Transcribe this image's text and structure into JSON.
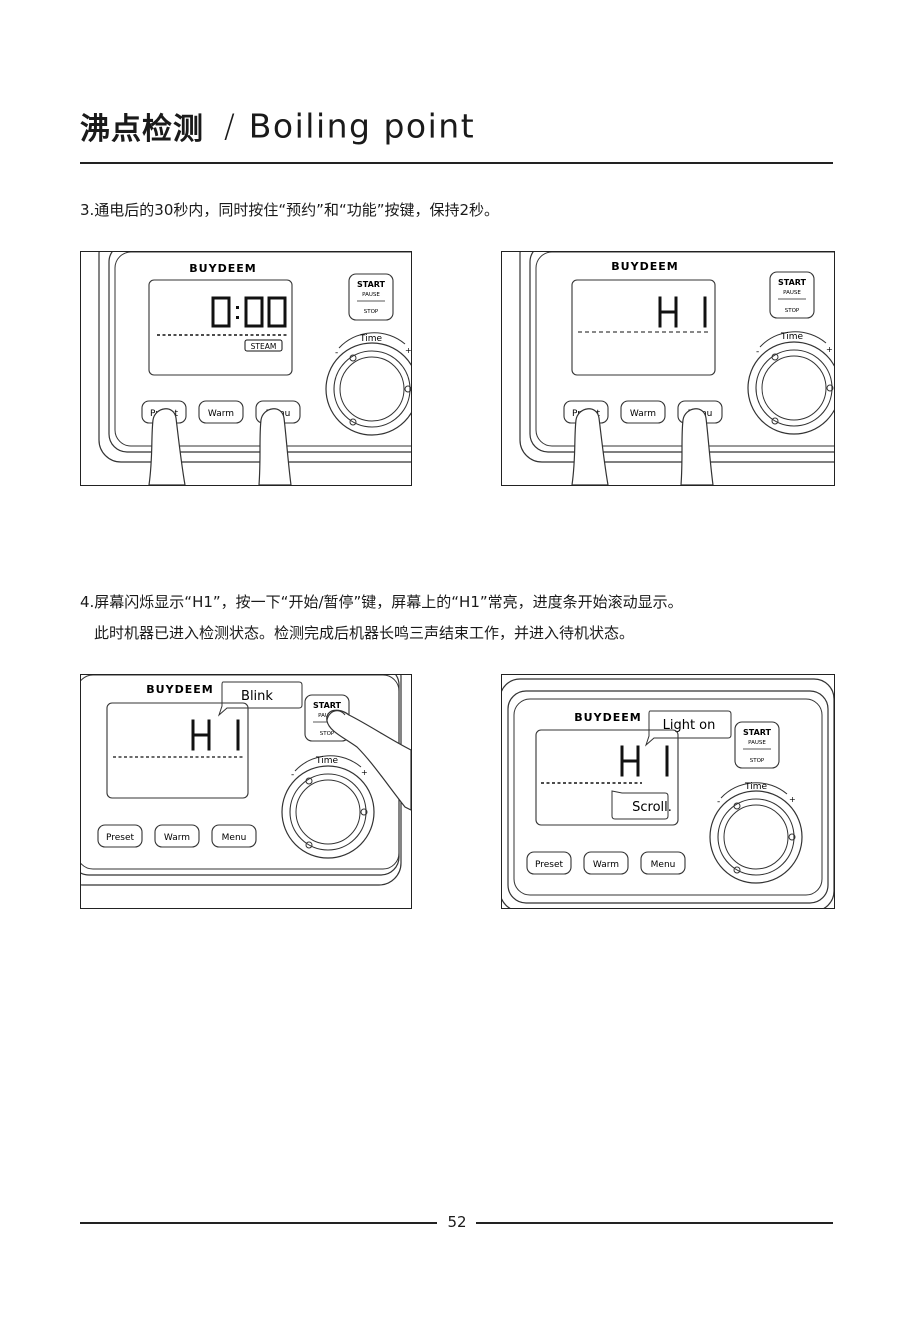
{
  "header": {
    "title_zh": "沸点检测",
    "separator": "/",
    "title_en": "Boiling point"
  },
  "steps": {
    "step3": "3.通电后的30秒内，同时按住“预约”和“功能”按键，保持2秒。",
    "step4_line1": "4.屏幕闪烁显示“H1”，按一下“开始/暂停”键，屏幕上的“H1”常亮，进度条开始滚动显示。",
    "step4_line2": "此时机器已进入检测状态。检测完成后机器长鸣三声结束工作，并进入待机状态。"
  },
  "device": {
    "brand": "BUYDEEM",
    "start_label": "START",
    "pause_label": "PAUSE",
    "stop_label": "STOP",
    "time_label": "Time",
    "minus": "-",
    "plus": "+",
    "preset_label": "Preset",
    "warm_label": "Warm",
    "menu_label": "Menu",
    "steam_label": "STEAM"
  },
  "panels": {
    "p1_display": "0:00",
    "p2_display": "H1",
    "p3_display": "H1",
    "p3_callout": "Blink",
    "p4_display": "H1",
    "p4_callout_light": "Light on",
    "p4_callout_scroll": "Scroll."
  },
  "footer": {
    "page_number": "52"
  }
}
